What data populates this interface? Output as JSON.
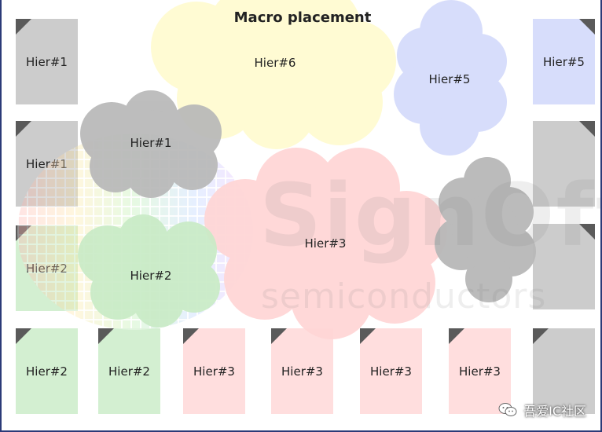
{
  "title": "Macro placement",
  "macros": [
    {
      "id": "m1",
      "label": "Hier#1",
      "color": "gray"
    },
    {
      "id": "m2",
      "label": "Hier#1",
      "color": "gray"
    },
    {
      "id": "m3",
      "label": "Hier#2",
      "color": "green"
    },
    {
      "id": "m4",
      "label": "Hier#2",
      "color": "green"
    },
    {
      "id": "m5",
      "label": "Hier#2",
      "color": "green"
    },
    {
      "id": "m6",
      "label": "Hier#3",
      "color": "pink"
    },
    {
      "id": "m7",
      "label": "Hier#3",
      "color": "pink"
    },
    {
      "id": "m8",
      "label": "Hier#3",
      "color": "pink"
    },
    {
      "id": "m9",
      "label": "Hier#3",
      "color": "pink"
    },
    {
      "id": "m10",
      "label": "",
      "color": "gray"
    },
    {
      "id": "m11",
      "label": "",
      "color": "gray"
    },
    {
      "id": "m12",
      "label": "",
      "color": "gray"
    },
    {
      "id": "m13",
      "label": "Hier#5",
      "color": "blue"
    }
  ],
  "clouds": [
    {
      "id": "c6",
      "label": "Hier#6",
      "color": "#fffbd1"
    },
    {
      "id": "c5",
      "label": "Hier#5",
      "color": "#d7ddfb"
    },
    {
      "id": "c1",
      "label": "Hier#1",
      "color": "#b8b8b8"
    },
    {
      "id": "c3",
      "label": "Hier#3",
      "color": "#ffd6d6"
    },
    {
      "id": "c2",
      "label": "Hier#2",
      "color": "#c9ebc6"
    },
    {
      "id": "c4",
      "label": "",
      "color": "#b8b8b8"
    }
  ],
  "watermark": {
    "big": "SignOff",
    "small": "semiconductors"
  },
  "brand": {
    "text": "吾爱IC社区",
    "icon": "wechat-icon"
  },
  "colors": {
    "border": "#2b3a78",
    "gray": "#cccccc",
    "green": "#d3efd1",
    "pink": "#ffdede",
    "blue": "#d7ddfb"
  }
}
